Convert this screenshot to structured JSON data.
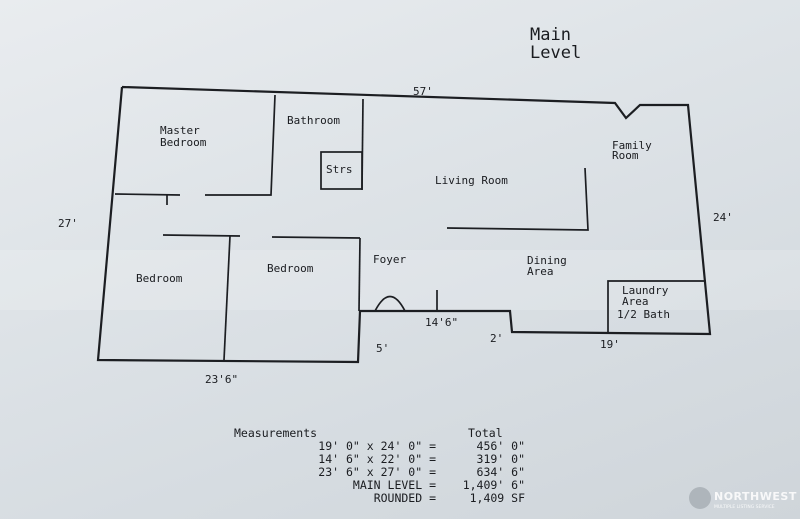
{
  "title": {
    "line1": "Main",
    "line2": "Level"
  },
  "rooms": {
    "master_bedroom_1": "Master",
    "master_bedroom_2": "Bedroom",
    "bathroom": "Bathroom",
    "stairs": "Strs",
    "living_room": "Living Room",
    "family_room_1": "Family",
    "family_room_2": "Room",
    "bedroom_left": "Bedroom",
    "bedroom_mid": "Bedroom",
    "foyer": "Foyer",
    "dining_1": "Dining",
    "dining_2": "Area",
    "laundry_1": "Laundry",
    "laundry_2": "Area",
    "laundry_3": "1/2 Bath"
  },
  "dimensions": {
    "top": "57'",
    "left": "27'",
    "right": "24'",
    "bottom_left": "23'6\"",
    "foyer_width": "14'6\"",
    "foyer_depth": "5'",
    "step": "2'",
    "bottom_right": "19'"
  },
  "measurements": {
    "header_left": "Measurements",
    "header_right": "Total",
    "rows": [
      {
        "expr": "19' 0\" x  24' 0\" =",
        "total": "456' 0\""
      },
      {
        "expr": "14' 6\" x  22' 0\" =",
        "total": "319' 0\""
      },
      {
        "expr": "23' 6\" x  27' 0\" =",
        "total": "634' 6\""
      },
      {
        "expr": "MAIN LEVEL =",
        "total": "1,409' 6\""
      },
      {
        "expr": "ROUNDED =",
        "total": "1,409  SF"
      }
    ]
  },
  "watermark": {
    "brand": "NORTHWEST",
    "sub": "MULTIPLE LISTING SERVICE"
  },
  "colors": {
    "paper": "#dfe4e8",
    "ink": "#1c1e22"
  }
}
